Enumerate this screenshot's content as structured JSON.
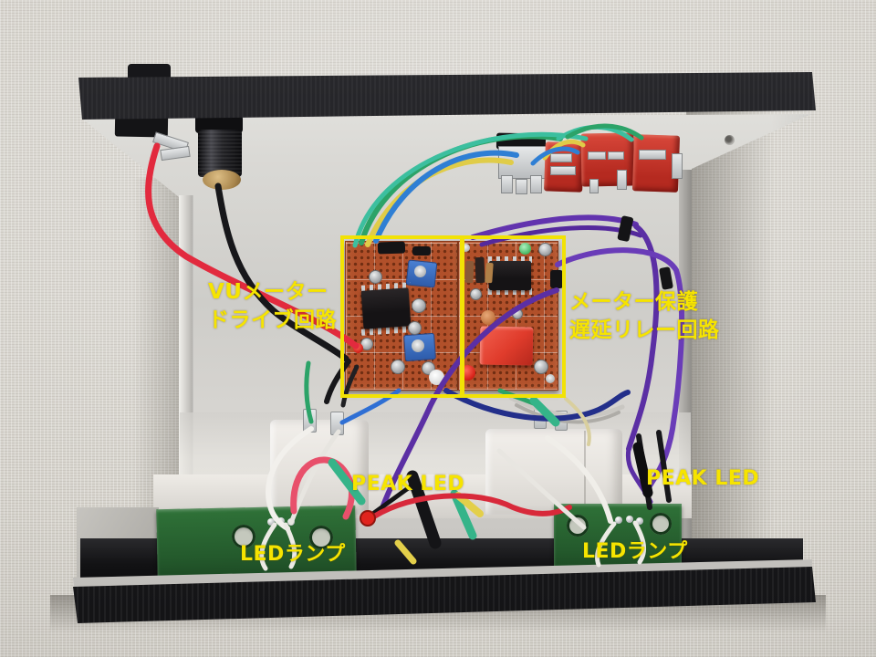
{
  "annotations": {
    "accent_color": "#f2e205",
    "vu_drive_label": {
      "line1": "VUメーター",
      "line2": "ドライブ回路"
    },
    "relay_label": {
      "line1": "メーター保護",
      "line2": "遅延リレー回路"
    },
    "peak_led_labels": {
      "left": "PEAK LED",
      "right": "PEAK LED"
    },
    "led_lamp_labels": {
      "left": "LEDランプ",
      "right": "LEDランプ"
    }
  }
}
